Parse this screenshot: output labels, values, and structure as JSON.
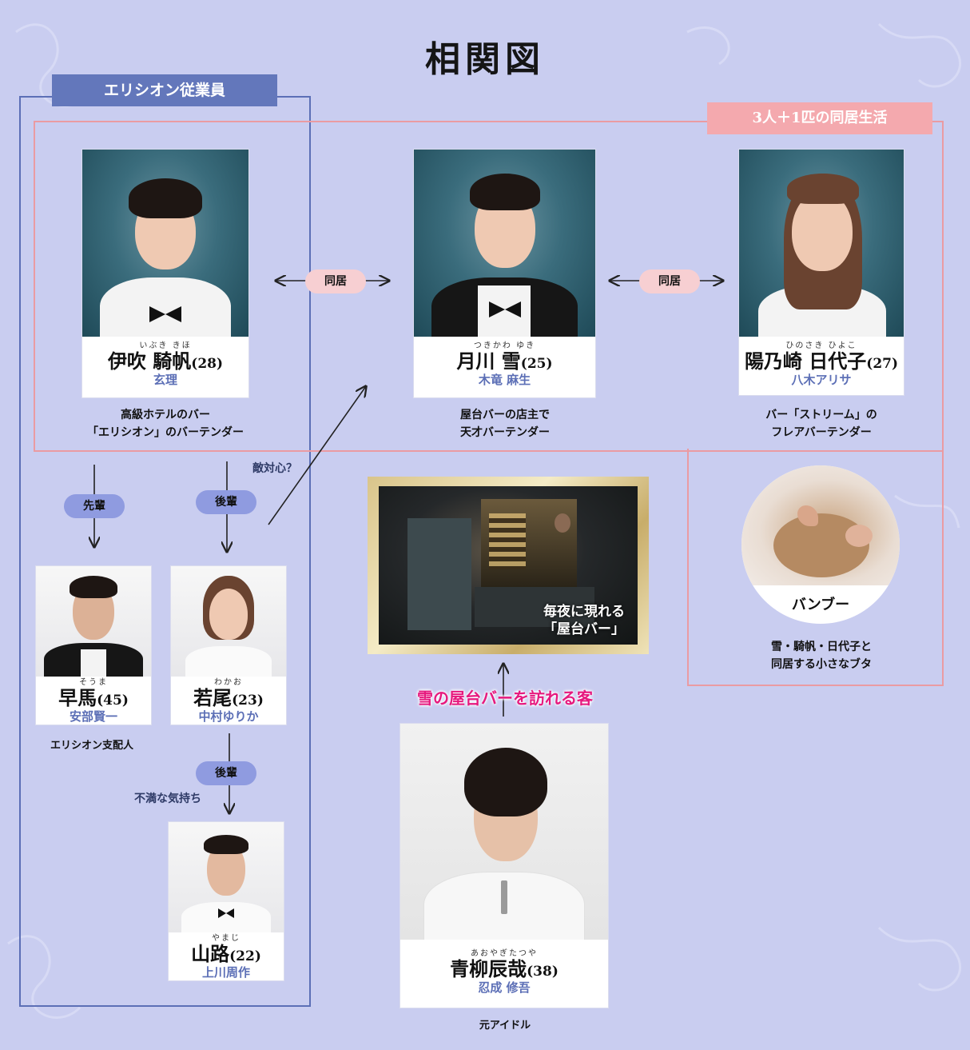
{
  "title": "相関図",
  "groups": {
    "staff_label": "エリシオン従業員",
    "cohab_label": "3人＋1匹の同居生活"
  },
  "characters": {
    "ibuki": {
      "ruby": "いぶき きほ",
      "name": "伊吹 騎帆",
      "age": "(28)",
      "actor": "玄理",
      "desc_line1": "高級ホテルのバー",
      "desc_line2": "「エリシオン」のバーテンダー"
    },
    "tsukikawa": {
      "ruby": "つきかわ ゆき",
      "name": "月川 雪",
      "age": "(25)",
      "actor": "木竜 麻生",
      "desc_line1": "屋台バーの店主で",
      "desc_line2": "天才バーテンダー"
    },
    "hinosaki": {
      "ruby": "ひのさき ひよこ",
      "name": "陽乃崎 日代子",
      "age": "(27)",
      "actor": "八木アリサ",
      "desc_line1": "バー「ストリーム」の",
      "desc_line2": "フレアバーテンダー"
    },
    "souma": {
      "ruby": "そうま",
      "name": "早馬",
      "age": "(45)",
      "actor": "安部賢一",
      "desc_line1": "エリシオン支配人"
    },
    "wakao": {
      "ruby": "わかお",
      "name": "若尾",
      "age": "(23)",
      "actor": "中村ゆりか"
    },
    "yamaji": {
      "ruby": "やまじ",
      "name": "山路",
      "age": "(22)",
      "actor": "上川周作"
    },
    "aoyagi": {
      "ruby": "あおやぎたつや",
      "name": "青柳辰哉",
      "age": "(38)",
      "actor": "忍成 修吾",
      "desc_line1": "元アイドル"
    },
    "bamboo": {
      "name": "バンブー",
      "desc_line1": "雪・騎帆・日代子と",
      "desc_line2": "同居する小さなブタ"
    }
  },
  "relations": {
    "cohab_left": "同居",
    "cohab_right": "同居",
    "senpai": "先輩",
    "kouhai1": "後輩",
    "kouhai2": "後輩",
    "rivalry": "敵対心？",
    "discontent": "不満な気持ち"
  },
  "bar": {
    "caption_line1": "毎夜に現れる",
    "caption_line2": "「屋台バー」"
  },
  "visitor_label": "雪の屋台バーを訪れる客",
  "colors": {
    "background": "#c9cdf0",
    "staff_frame": "#5c6fb6",
    "cohab_frame": "#ea9ba2",
    "actor_text": "#5c6fb6",
    "visitor_text": "#e6197e"
  }
}
